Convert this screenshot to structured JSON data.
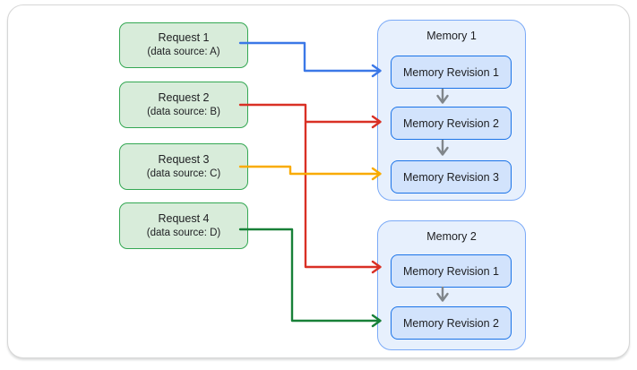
{
  "diagram": {
    "requests": [
      {
        "title": "Request 1",
        "subtitle": "(data source: A)"
      },
      {
        "title": "Request 2",
        "subtitle": "(data source: B)"
      },
      {
        "title": "Request 3",
        "subtitle": "(data source: C)"
      },
      {
        "title": "Request 4",
        "subtitle": "(data source: D)"
      }
    ],
    "memories": [
      {
        "title": "Memory 1",
        "revisions": [
          {
            "label": "Memory Revision 1"
          },
          {
            "label": "Memory Revision 2"
          },
          {
            "label": "Memory Revision 3"
          }
        ]
      },
      {
        "title": "Memory 2",
        "revisions": [
          {
            "label": "Memory Revision 1"
          },
          {
            "label": "Memory Revision 2"
          }
        ]
      }
    ],
    "connections": [
      {
        "from": "Request 1",
        "to": "Memory 1 / Memory Revision 1",
        "color": "#3b78e7"
      },
      {
        "from": "Request 2",
        "to": "Memory 1 / Memory Revision 2",
        "color": "#d93025"
      },
      {
        "from": "Request 2",
        "to": "Memory 2 / Memory Revision 1",
        "color": "#d93025"
      },
      {
        "from": "Request 3",
        "to": "Memory 1 / Memory Revision 3",
        "color": "#f9ab00"
      },
      {
        "from": "Request 4",
        "to": "Memory 2 / Memory Revision 2",
        "color": "#188038"
      }
    ]
  },
  "colors": {
    "request_fill": "#d8ecda",
    "request_border": "#34a853",
    "memory_fill": "#e7f0fd",
    "memory_border": "#7baaf7",
    "revision_fill": "#d2e3fc",
    "revision_border": "#1a73e8",
    "arrow_blue": "#3b78e7",
    "arrow_red": "#d93025",
    "arrow_orange": "#f9ab00",
    "arrow_green": "#188038",
    "arrow_gray": "#80868b"
  }
}
